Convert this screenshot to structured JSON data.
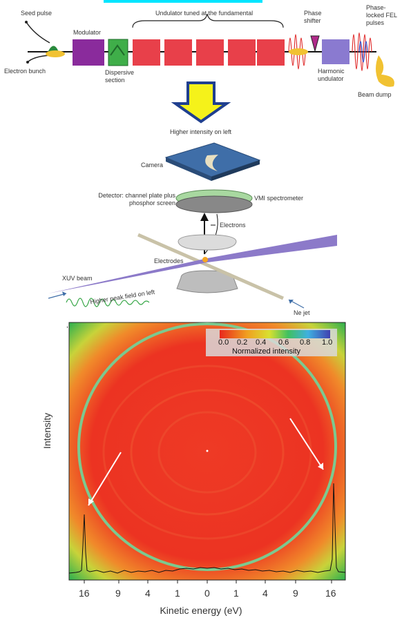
{
  "fel_diagram": {
    "seed_pulse": "Seed pulse",
    "electron_bunch": "Electron bunch",
    "modulator": "Modulator",
    "dispersive_section": "Dispersive section",
    "undulator": "Undulator tuned at the fundamental",
    "phase_shifter": "Phase shifter",
    "harmonic_undulator": "Harmonic undulator",
    "phase_locked": "Phase-locked FEL pulses",
    "beam_dump": "Beam dump"
  },
  "vmi_diagram": {
    "higher_intensity": "Higher intensity on left",
    "camera": "Camera",
    "detector": "Detector: channel plate plus phosphor screen",
    "vmi": "VMI spectrometer",
    "electrons": "Electrons",
    "electrodes": "Electrodes",
    "xuv_beam": "XUV beam",
    "higher_peak": "Higher peak field on left",
    "ne_jet": "Ne jet"
  },
  "chart_data": {
    "type": "heatmap",
    "colorbar": {
      "label": "Normalized intensity",
      "ticks": [
        "0.0",
        "0.2",
        "0.4",
        "0.6",
        "0.8",
        "1.0"
      ]
    },
    "xlabel": "Kinetic energy (eV)",
    "ylabel": "Intensity",
    "xticks": [
      "16",
      "9",
      "4",
      "1",
      "0",
      "1",
      "4",
      "9",
      "16"
    ]
  },
  "colors": {
    "modulator": "#8a2b9c",
    "dispersive": "#3fae49",
    "undulator": "#e8404a",
    "arrow_yellow": "#f5f21a",
    "arrow_blue": "#1f3f8f",
    "camera": "#3f6ea8",
    "beam": "#8c7ac9",
    "heatmap_red": "#ec3322",
    "ring": "#7cc98f"
  }
}
